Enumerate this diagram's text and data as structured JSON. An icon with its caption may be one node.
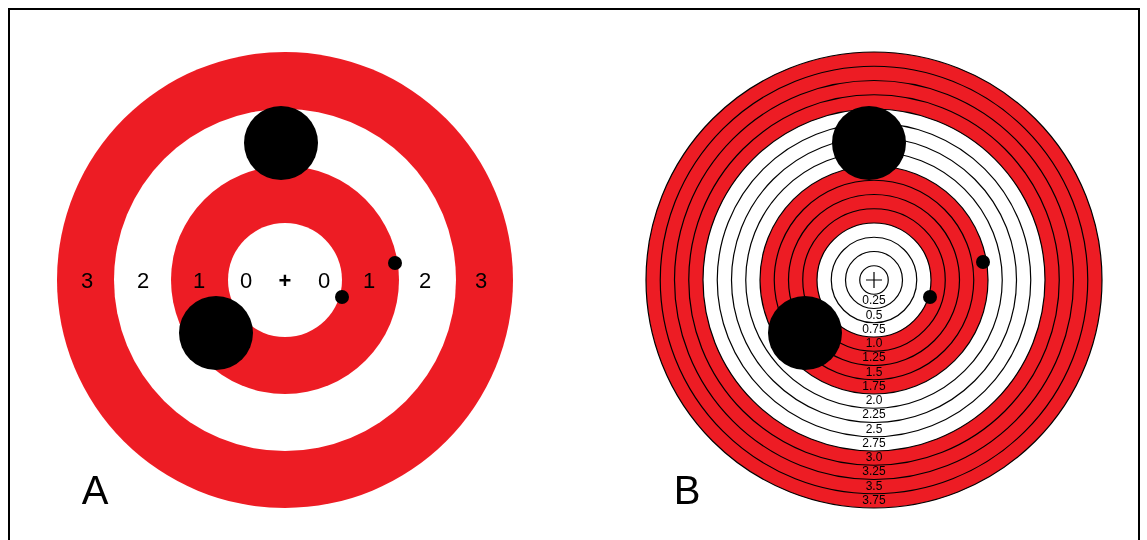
{
  "diagram": {
    "labels": [
      "3",
      "2",
      "1",
      "0",
      "+",
      "0",
      "1",
      "2",
      "3",
      "A",
      "0.25",
      "0.5",
      "0.75",
      "1.0",
      "1.25",
      "1.5",
      "1.75",
      "2.0",
      "2.25",
      "2.5",
      "2.75",
      "3.0",
      "3.25",
      "3.5",
      "3.75",
      "B"
    ]
  }
}
